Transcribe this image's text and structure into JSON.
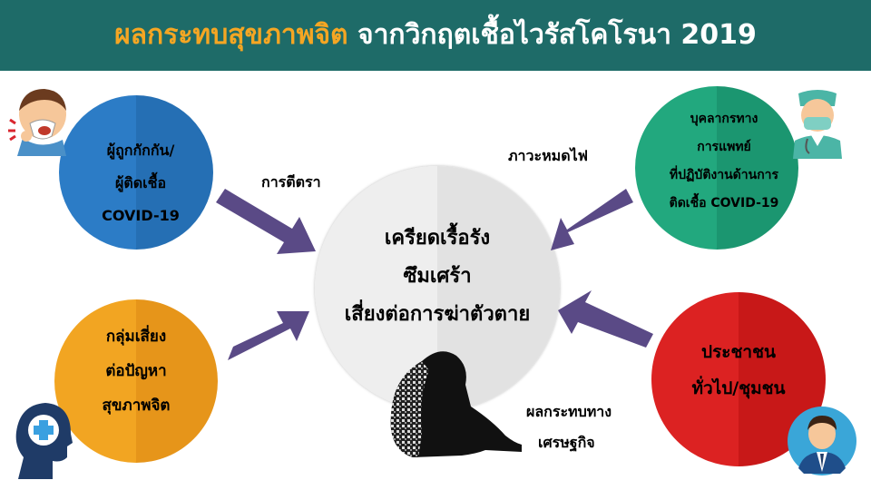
{
  "header": {
    "title_part1": "ผลกระทบสุขภาพจิต",
    "title_part2": "จากวิกฤตเชื้อไวรัสโคโรนา 2019"
  },
  "colors": {
    "header_bg": "#1e6b68",
    "title_accent": "#f5a623",
    "circle_blue": "#2a78c2",
    "circle_teal": "#20a37a",
    "circle_orange": "#f0a020",
    "circle_red": "#d81e1e",
    "center_circle": "#ececec",
    "arrow": "#5a4a86"
  },
  "center": {
    "lines": [
      "เครียดเรื้อรัง",
      "ซึมเศร้า",
      "เสี่ยงต่อการฆ่าตัวตาย"
    ]
  },
  "groups": {
    "top_left": {
      "lines": [
        "ผู้ถูกกักกัน/",
        "ผู้ติดเชื้อ",
        "COVID-19"
      ]
    },
    "top_right": {
      "lines": [
        "บุคลากรทาง",
        "การแพทย์",
        "ที่ปฏิบัติงานด้านการ",
        "ติดเชื้อ COVID-19"
      ]
    },
    "bottom_left": {
      "lines": [
        "กลุ่มเสี่ยง",
        "ต่อปัญหา",
        "สุขภาพจิต"
      ]
    },
    "bottom_right": {
      "lines": [
        "ประชาชน",
        "ทั่วไป/ชุมชน"
      ]
    }
  },
  "labels": {
    "stigma": "การตีตรา",
    "burnout": "ภาวะหมดไฟ",
    "economic_line1": "ผลกระทบทาง",
    "economic_line2": "เศรษฐกิจ"
  },
  "icons": [
    "sick-person-icon",
    "doctor-icon",
    "head-medical-cross-icon",
    "businessman-icon",
    "sitting-person-silhouette-icon"
  ]
}
